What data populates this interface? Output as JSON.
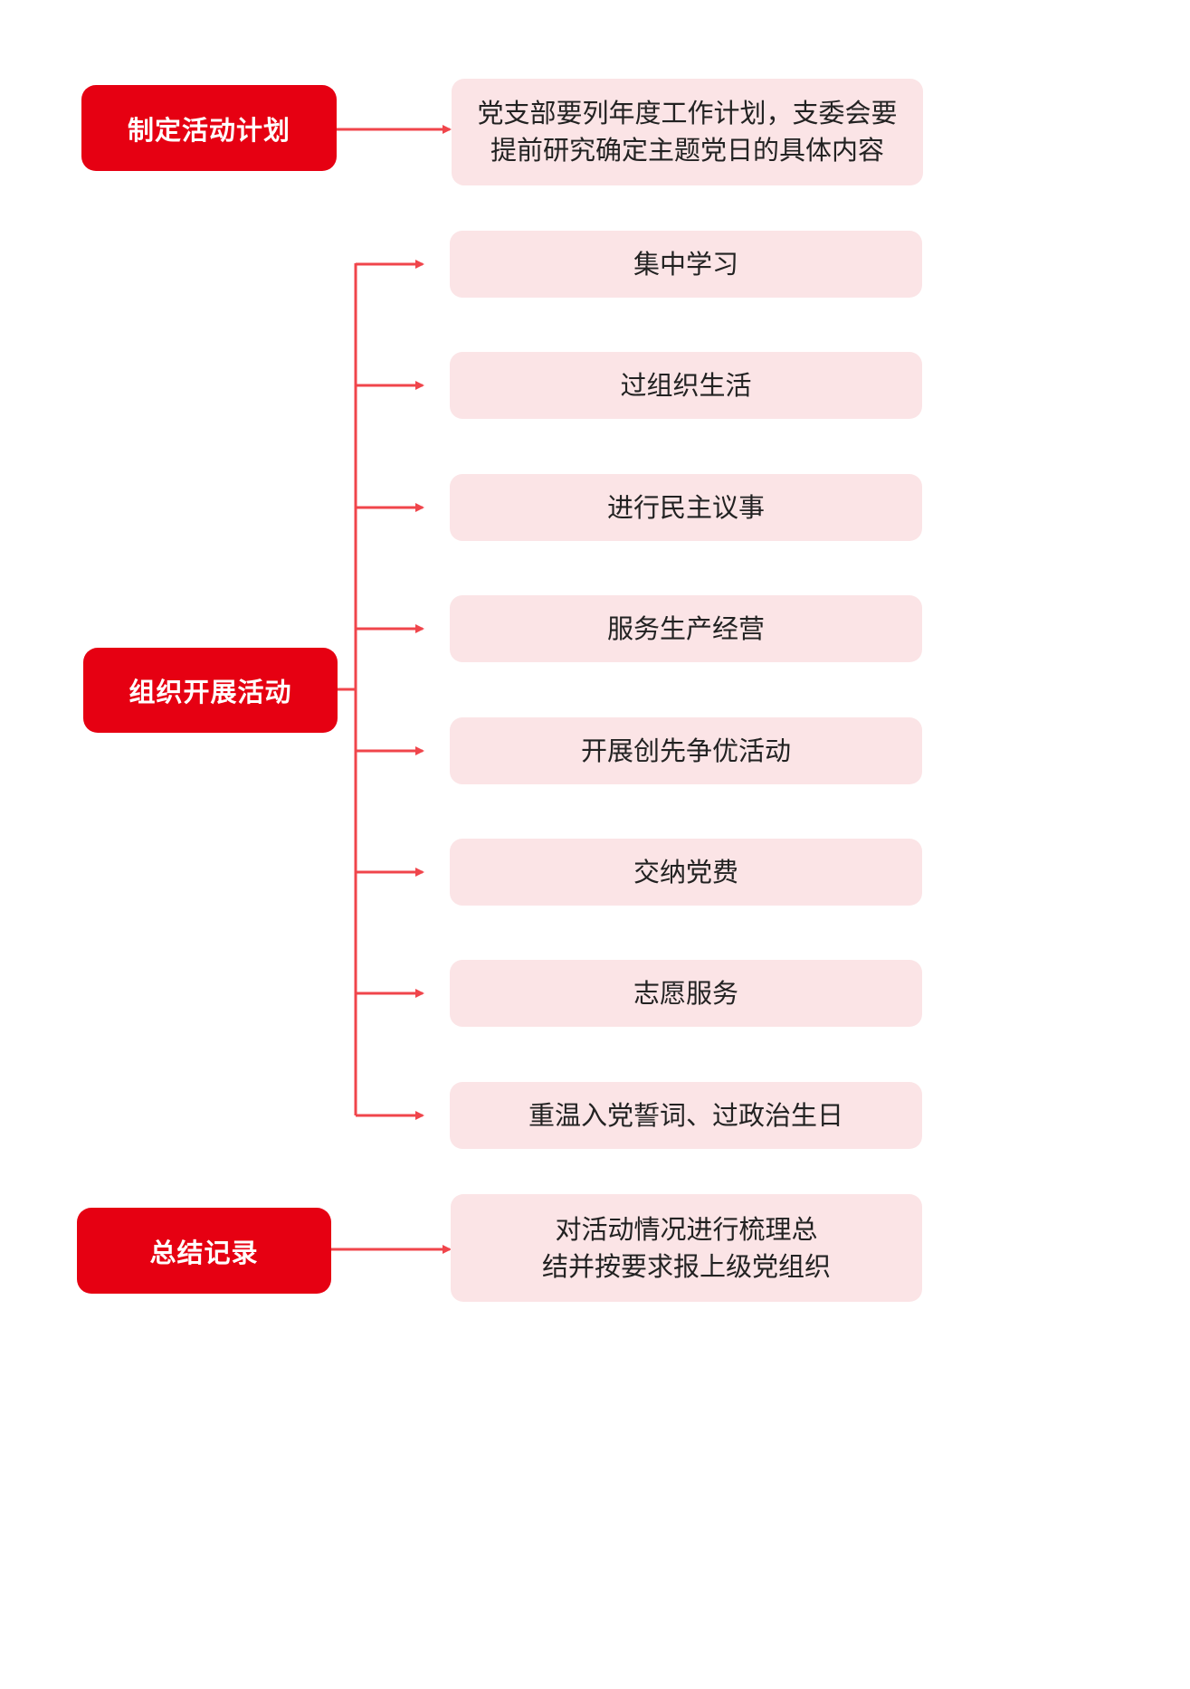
{
  "stages": [
    {
      "id": "plan",
      "label": "制定活动计划",
      "detail": [
        "党支部要列年度工作计划，支委会要",
        "提前研究确定主题党日的具体内容"
      ]
    },
    {
      "id": "organize",
      "label": "组织开展活动",
      "activities": [
        "集中学习",
        "过组织生活",
        "进行民主议事",
        "服务生产经营",
        "开展创先争优活动",
        "交纳党费",
        "志愿服务",
        "重温入党誓词、过政治生日"
      ]
    },
    {
      "id": "summary",
      "label": "总结记录",
      "detail": [
        "对活动情况进行梳理总",
        "结并按要求报上级党组织"
      ]
    }
  ],
  "colors": {
    "stage_fill": "#e60012",
    "item_fill": "#fbe4e6",
    "connector": "#f0454b"
  }
}
